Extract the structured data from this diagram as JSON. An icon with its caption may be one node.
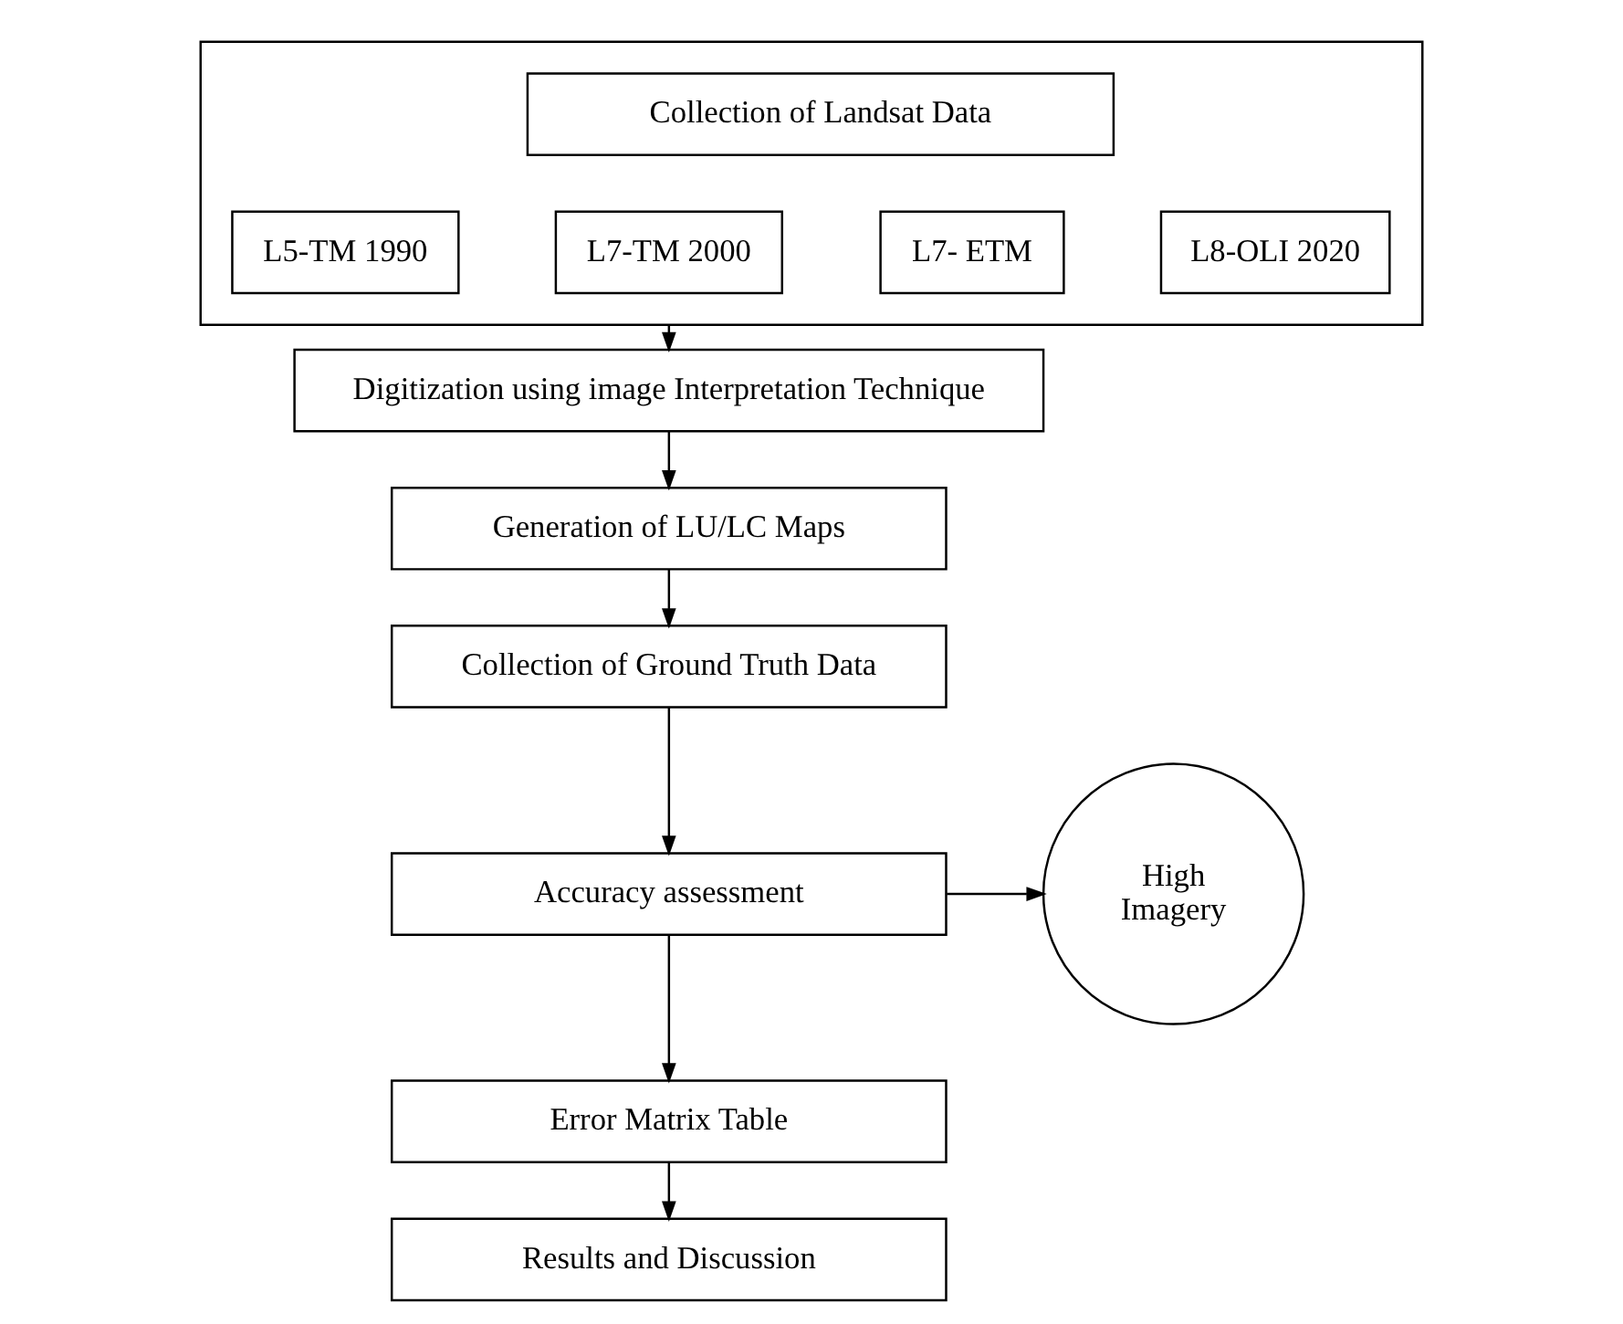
{
  "diagram": {
    "nodes": [
      {
        "text": [],
        "shape": "box"
      },
      {
        "text": [
          "Collection of Landsat Data"
        ],
        "in": 0
      },
      {
        "text": [
          "L5-TM 1990"
        ],
        "in": 0
      },
      {
        "text": [
          "L7-TM 2000"
        ],
        "in": 0
      },
      {
        "text": [
          "L7- ETM"
        ],
        "in": 0
      },
      {
        "text": [
          "L8-OLI 2020"
        ],
        "in": 0
      },
      {
        "text": [
          "Digitization using image Interpretation Technique"
        ]
      },
      {
        "text": [
          "Generation of LU/LC Maps"
        ]
      },
      {
        "text": [
          "Collection of Ground Truth Data"
        ]
      },
      {
        "text": [
          "Accuracy assessment"
        ]
      },
      {
        "text": [
          "High Imagery"
        ]
      },
      {
        "text": [
          "Error Matrix Table"
        ]
      },
      {
        "text": [
          "Results and Discussion"
        ]
      }
    ],
    "edges": [
      {
        "from": 0,
        "to": 6,
        "arrow": "to"
      },
      {
        "from": 6,
        "to": 7,
        "arrow": "to"
      },
      {
        "from": 7,
        "to": 8,
        "arrow": "to"
      },
      {
        "from": 8,
        "to": 9,
        "arrow": "to"
      },
      {
        "from": 9,
        "to": 10,
        "arrow": "to"
      },
      {
        "from": 9,
        "to": 11,
        "arrow": "to"
      },
      {
        "from": 11,
        "to": 12,
        "arrow": "to"
      }
    ]
  }
}
